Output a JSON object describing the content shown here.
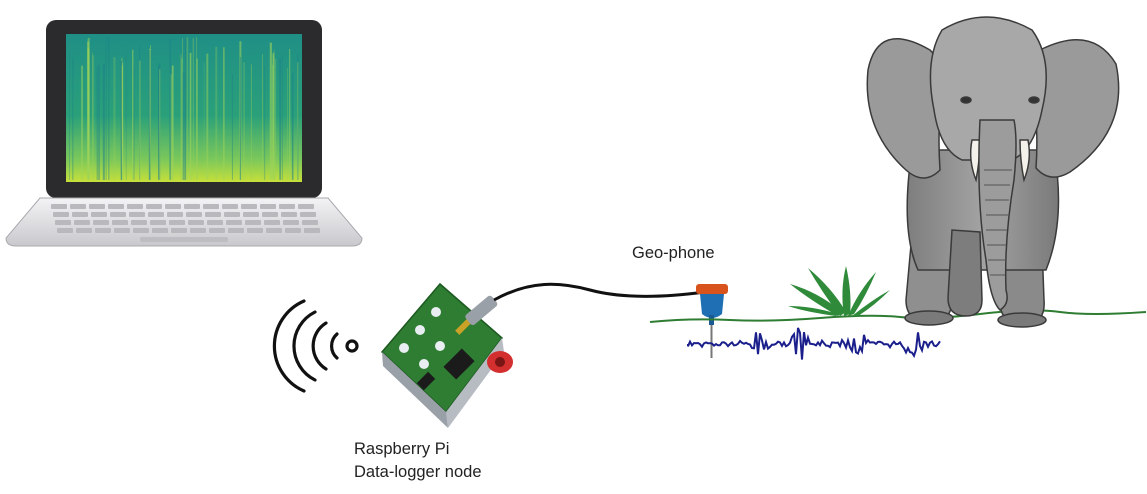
{
  "labels": {
    "geophone": "Geo-phone",
    "node_line1": "Raspberry Pi",
    "node_line2": "Data-logger node"
  },
  "icons": {
    "laptop": "laptop-icon",
    "wireless": "wireless-signal-icon",
    "board": "raspberry-pi-board-icon",
    "geophone": "geophone-sensor-icon",
    "grass": "grass-tuft-icon",
    "elephant": "elephant-icon",
    "waveform": "seismic-waveform-icon"
  },
  "colors": {
    "laptop_body": "#2b2b2e",
    "laptop_base": "#d9d9dc",
    "spectrogram_base": "#2aa07a",
    "spectrogram_bright": "#c7e03a",
    "wireless": "#111111",
    "board_pcb": "#2e7d32",
    "geophone": "#1f6fb5",
    "geophone_cap": "#d9541c",
    "waveform": "#1a1f8c",
    "ground": "#2e7d32",
    "grass": "#2f8a3a",
    "elephant": "#8f8f8f"
  }
}
